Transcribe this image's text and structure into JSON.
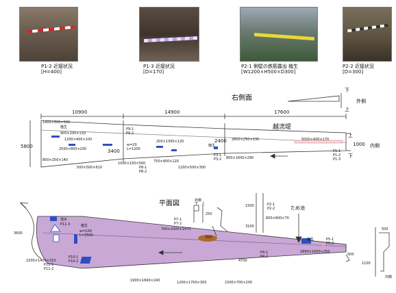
{
  "photos": [
    {
      "caption": "P1-2 近接状況",
      "sub": "[H=400]"
    },
    {
      "caption": "P1-3 近接状況",
      "sub": "[D=170]"
    },
    {
      "caption": "P2-1 側壁の鉄筋露出 植生",
      "sub": "[W1200×H500×D300]"
    },
    {
      "caption": "P2-2 近接状況",
      "sub": "[D=300]"
    }
  ],
  "side_view": {
    "title": "右側面",
    "dims_top": [
      "10900",
      "14900",
      "17600"
    ],
    "height_left": "5800",
    "height_mid": "3400",
    "height_mid2": "2400",
    "height_right": "1000",
    "channel_label": "越流堤",
    "outside": "外側",
    "inside": "内側",
    "up": "上",
    "down": "下",
    "annotations": [
      "1400×500×500",
      "植生",
      "900×200×130",
      "1200×400×100",
      "2500×800×200",
      "800×250×140",
      "500×500×610",
      "P9-1",
      "P9-2",
      "w=20",
      "L=1200",
      "200×1300×120",
      "750×400×120",
      "1000×150×560",
      "P8-1",
      "P8-2",
      "1200×500×300",
      "植生",
      "P3-1",
      "P3-2",
      "800×1600×290",
      "2800×250×330",
      "5000×400×170",
      "P1-1",
      "P1-2",
      "P1-3"
    ]
  },
  "plan_view": {
    "title": "平面図",
    "pond_label": "ため池",
    "annotations": [
      "流水",
      "P11-3",
      "植生",
      "w=100",
      "L=2500",
      "P10-1",
      "P10-2",
      "2200×1400×210",
      "P11-1",
      "P11-2",
      "P7-1",
      "P7-2",
      "700×2000×1470",
      "外側",
      "下",
      "上",
      "250",
      "500",
      "1500",
      "3100",
      "P2-1",
      "P2-2",
      "600×600×70",
      "4700",
      "P4-1",
      "P4-2",
      "植生",
      "P5-1",
      "P5-2",
      "1800×1600×250",
      "1900×1840×240",
      "1200×1700×300",
      "1500×700×200",
      "500",
      "1100",
      "500",
      "内側",
      "3600"
    ]
  },
  "colors": {
    "channel_fill": "#c9a8d6",
    "blue_mark": "#2f4fc0",
    "pink_mark": "#e8a0a8",
    "brown_mark": "#b06a2a",
    "line": "#333333"
  }
}
